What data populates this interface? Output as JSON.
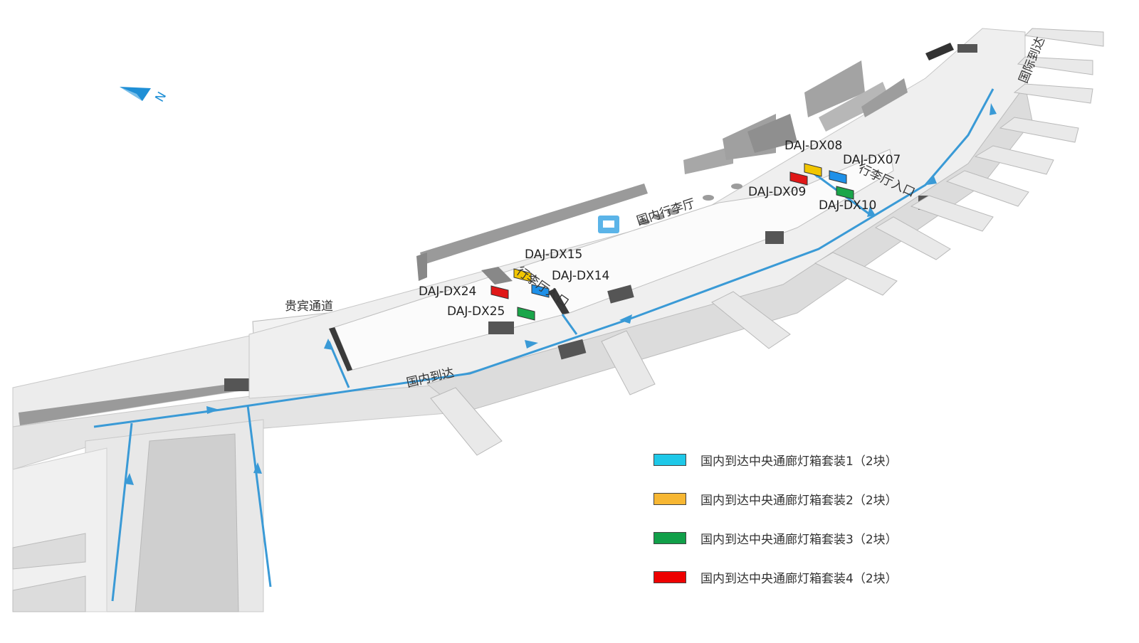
{
  "compass": {
    "label": "N",
    "color": "#1f8fd6"
  },
  "labels": {
    "intl_arrival": "国际到达",
    "domestic_arrival": "国内到达",
    "baggage_hall": "国内行李厅",
    "vip_channel": "贵宾通道",
    "baggage_entry_1": "行李厅入口",
    "baggage_entry_2": "行李厅入口"
  },
  "lightboxes": [
    {
      "code": "DAJ-DX08",
      "color": "#f2c600"
    },
    {
      "code": "DAJ-DX07",
      "color": "#1e90e8"
    },
    {
      "code": "DAJ-DX09",
      "color": "#e01818"
    },
    {
      "code": "DAJ-DX10",
      "color": "#1aa64a"
    },
    {
      "code": "DAJ-DX15",
      "color": "#f2c600"
    },
    {
      "code": "DAJ-DX14",
      "color": "#1e90e8"
    },
    {
      "code": "DAJ-DX24",
      "color": "#e01818"
    },
    {
      "code": "DAJ-DX25",
      "color": "#1aa64a"
    }
  ],
  "legend": [
    {
      "label": "国内到达中央通廊灯箱套装1（2块）",
      "color": "#1ec8e8"
    },
    {
      "label": "国内到达中央通廊灯箱套装2（2块）",
      "color": "#f7b733"
    },
    {
      "label": "国内到达中央通廊灯箱套装3（2块）",
      "color": "#119f49"
    },
    {
      "label": "国内到达中央通廊灯箱套装4（2块）",
      "color": "#ee0000"
    }
  ],
  "colors": {
    "route": "#3a9ad6",
    "floor": "#ececec",
    "wall": "#9a9a9a"
  }
}
